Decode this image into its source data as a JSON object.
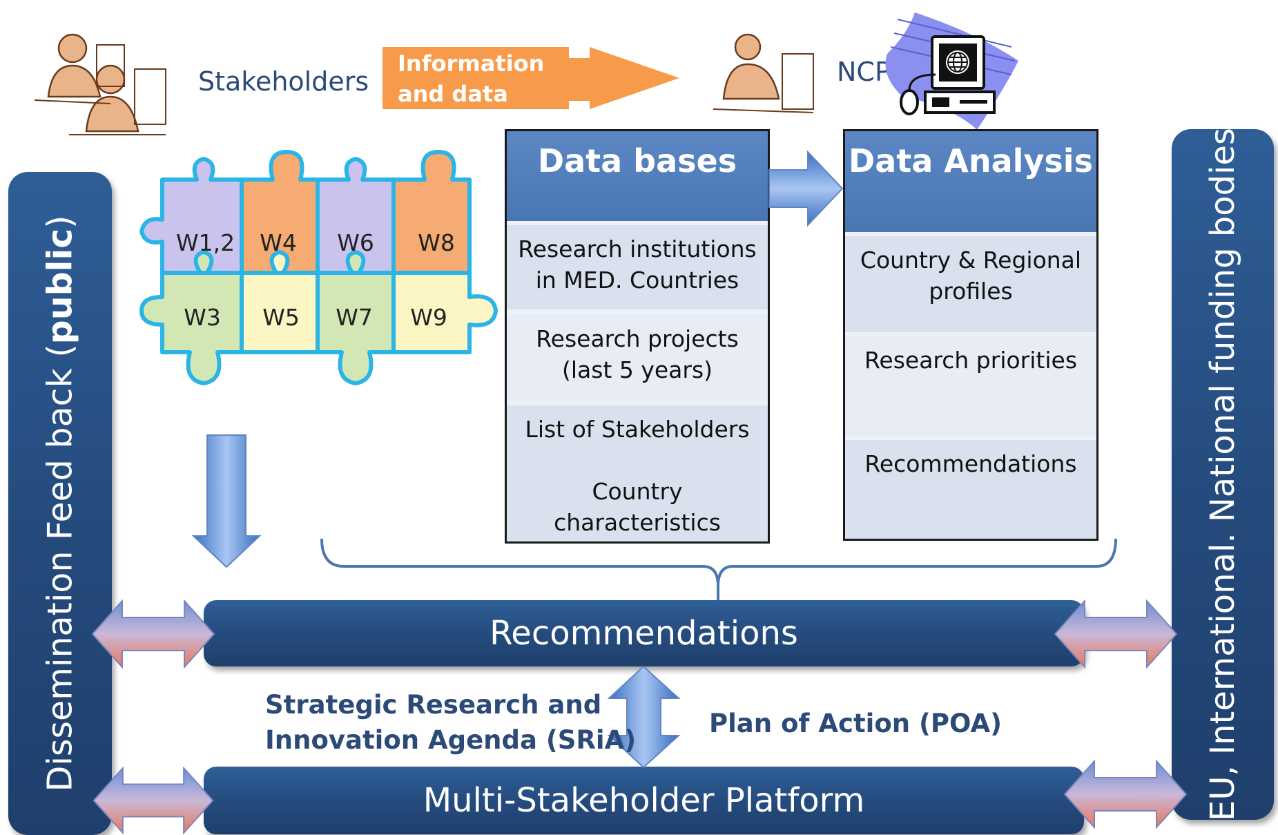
{
  "header": {
    "stakeholders_label": "Stakeholders",
    "info_arrow_label_1": "Information",
    "info_arrow_label_2": "and data",
    "ncp_label": "NCP"
  },
  "left_bar": {
    "label_part1": "Dissemination  Feed back (",
    "label_bold": "public",
    "label_part2": ")"
  },
  "right_bar": {
    "label": "EU, International. National funding bodies"
  },
  "puzzle": {
    "pieces": [
      "W1,2",
      "W4",
      "W6",
      "W8",
      "W3",
      "W5",
      "W7",
      "W9"
    ]
  },
  "databases": {
    "title": "Data bases",
    "cells": [
      [
        "Research institutions",
        "in MED. Countries"
      ],
      [
        "Research projects",
        "(last 5 years)"
      ],
      [
        "List of Stakeholders",
        "",
        "Country",
        "characteristics"
      ]
    ]
  },
  "analysis": {
    "title": "Data Analysis",
    "cells": [
      [
        "Country & Regional",
        "profiles"
      ],
      [
        "Research priorities"
      ],
      [
        "Recommendations"
      ]
    ]
  },
  "recommendations_bar": {
    "label": "Recommendations"
  },
  "platform_bar": {
    "label": "Multi-Stakeholder Platform"
  },
  "sria": {
    "line1": "Strategic Research and",
    "line2": "Innovation Agenda (SRiA)"
  },
  "poa": {
    "label": "Plan of Action (POA)"
  },
  "colors": {
    "bar_blue": "#244a7c",
    "box_header_blue": "#4f7bba",
    "orange_arrow": "#f79a4a",
    "label_blue": "#2b4a78",
    "puzzle_purple": "#c9c3ee",
    "puzzle_orange": "#f5ab72",
    "puzzle_green": "#d3e7b5",
    "puzzle_yellow": "#fbf6c4",
    "puzzle_outline": "#2bb5e6"
  },
  "icons": [
    "people-at-desk-icon",
    "person-at-desk-icon",
    "computer-globe-icon",
    "double-arrow-icon",
    "down-arrow-icon",
    "right-arrow-icon",
    "brace-icon"
  ]
}
